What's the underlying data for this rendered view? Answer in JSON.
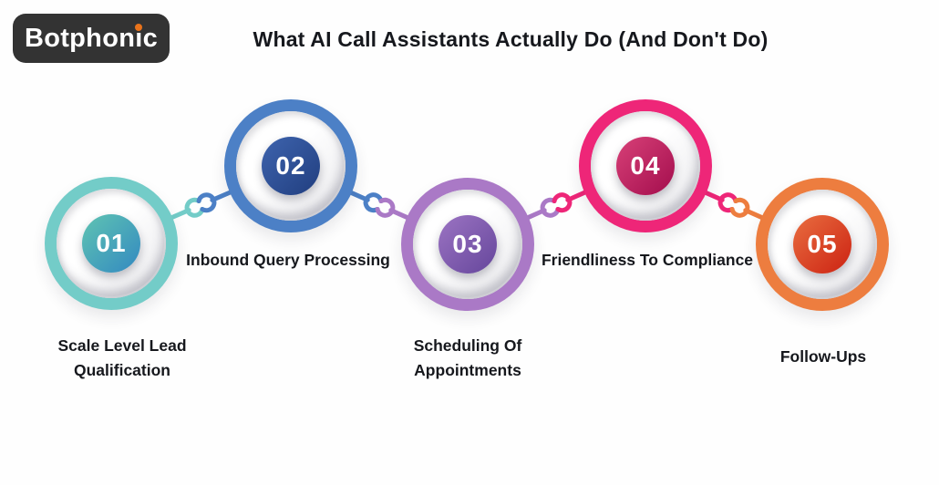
{
  "logo": {
    "full_text": "Botphonic",
    "part_before_i": "Botphon",
    "letter_i": "i",
    "part_after_i": "c",
    "bg_color": "#333333",
    "text_color": "#FFFFFF",
    "dot_color": "#E9731B"
  },
  "title": {
    "text": "What AI Call Assistants Actually Do (And Don't Do)"
  },
  "text_color": "#16181D",
  "steps": [
    {
      "number": "01",
      "label": "Scale Level Lead Qualification",
      "ring_color": "#73CCC8",
      "inner_gradient_start": "#5FC4B2",
      "inner_gradient_end": "#3389C1"
    },
    {
      "number": "02",
      "label": "Inbound Query Processing",
      "ring_color": "#4C80C6",
      "inner_gradient_start": "#3E64AE",
      "inner_gradient_end": "#213E7F"
    },
    {
      "number": "03",
      "label": "Scheduling Of Appointments",
      "ring_color": "#AA79C6",
      "inner_gradient_start": "#9C74C3",
      "inner_gradient_end": "#65469B"
    },
    {
      "number": "04",
      "label": "Friendliness To Compliance",
      "ring_color": "#EE2678",
      "inner_gradient_start": "#D84178",
      "inner_gradient_end": "#A30D4D"
    },
    {
      "number": "05",
      "label": "Follow-Ups",
      "ring_color": "#ED7D3F",
      "inner_gradient_start": "#E96E40",
      "inner_gradient_end": "#CC2212"
    }
  ]
}
